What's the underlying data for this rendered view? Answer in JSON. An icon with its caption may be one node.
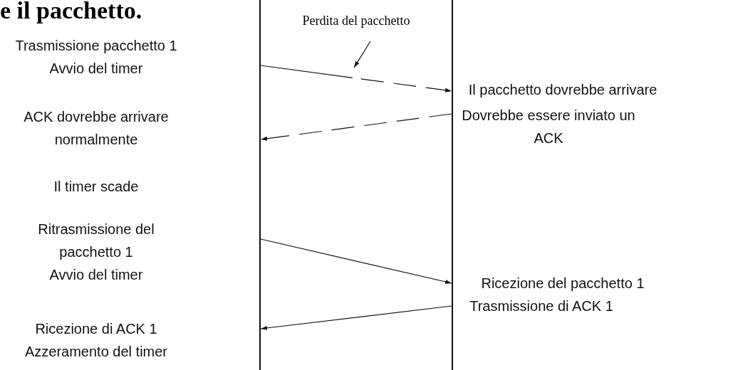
{
  "diagram": {
    "title": "e il pacchetto.",
    "nodes": [
      {
        "text": [],
        "shape": "bar"
      },
      {
        "text": [],
        "shape": "bar"
      },
      {
        "text": [
          "Perdita del pacchetto"
        ]
      }
    ],
    "edges": [
      {
        "from": 0,
        "to": 1,
        "arrow": "to",
        "style": "dashed"
      },
      {
        "from": 1,
        "to": 0,
        "arrow": "to",
        "style": "dashed"
      },
      {
        "from": 0,
        "to": 1,
        "arrow": "to"
      },
      {
        "from": 1,
        "to": 0,
        "arrow": "to"
      },
      {
        "from": 2,
        "to": null,
        "arrow": "to"
      }
    ],
    "labels": [
      "Trasmissione pacchetto 1",
      "Avvio del timer",
      "Il pacchetto dovrebbe arrivare",
      "ACK dovrebbe arrivare normalmente",
      "Dovrebbe essere inviato un ACK",
      "Il timer scade",
      "Ritrasmissione del pacchetto 1",
      "Avvio del timer",
      "Ricezione del pacchetto 1",
      "Trasmissione di ACK 1",
      "Ricezione di ACK 1",
      "Azzeramento del timer"
    ]
  }
}
